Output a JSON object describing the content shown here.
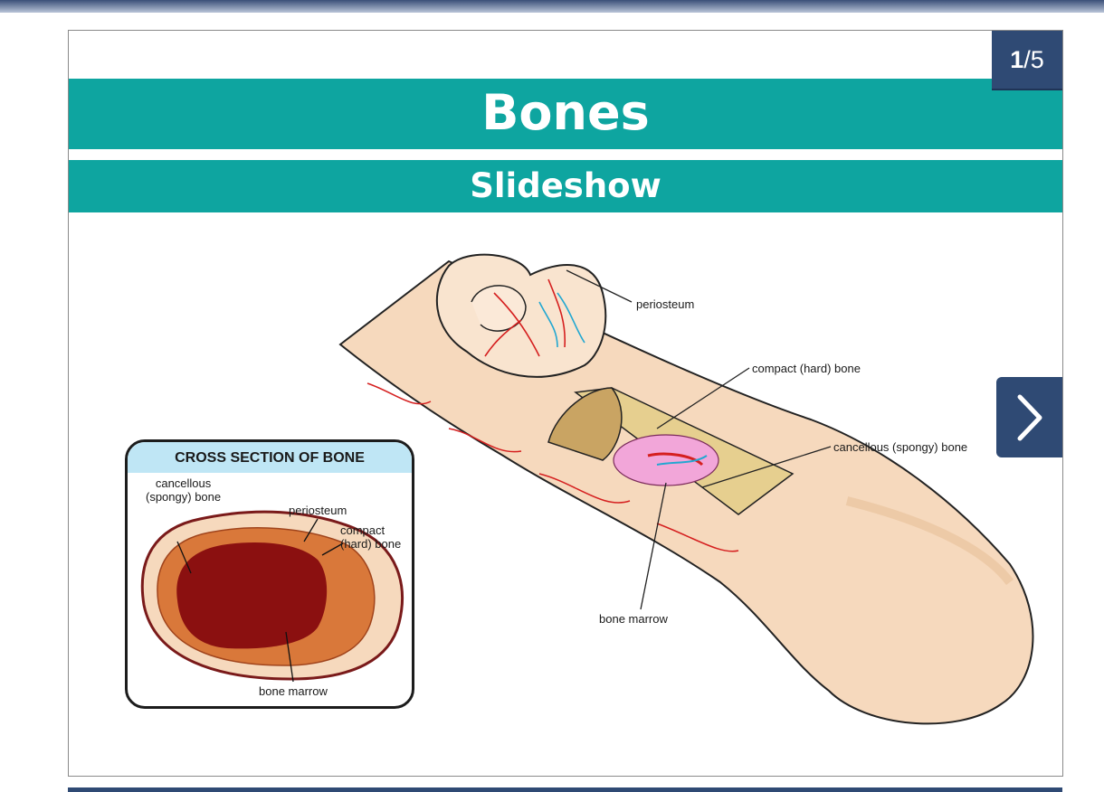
{
  "slide_counter": {
    "current": "1",
    "total": "/5"
  },
  "slide": {
    "title": "Bones",
    "subtitle": "Slideshow"
  },
  "diagram_labels": {
    "periosteum": "periosteum",
    "compact": "compact (hard) bone",
    "cancellous": "cancellous (spongy) bone",
    "marrow": "bone marrow"
  },
  "cross_section": {
    "heading": "CROSS SECTION OF BONE",
    "cancellous_line1": "cancellous",
    "cancellous_line2": "(spongy) bone",
    "periosteum": "periosteum",
    "compact_line1": "compact",
    "compact_line2": "(hard) bone",
    "marrow": "bone marrow"
  },
  "icons": {
    "next": "chevron-right-icon"
  },
  "colors": {
    "teal_band": "#0ea5a0",
    "navy": "#2f4a74",
    "bone": "#f6d9bd",
    "marrow": "#8b1010"
  }
}
